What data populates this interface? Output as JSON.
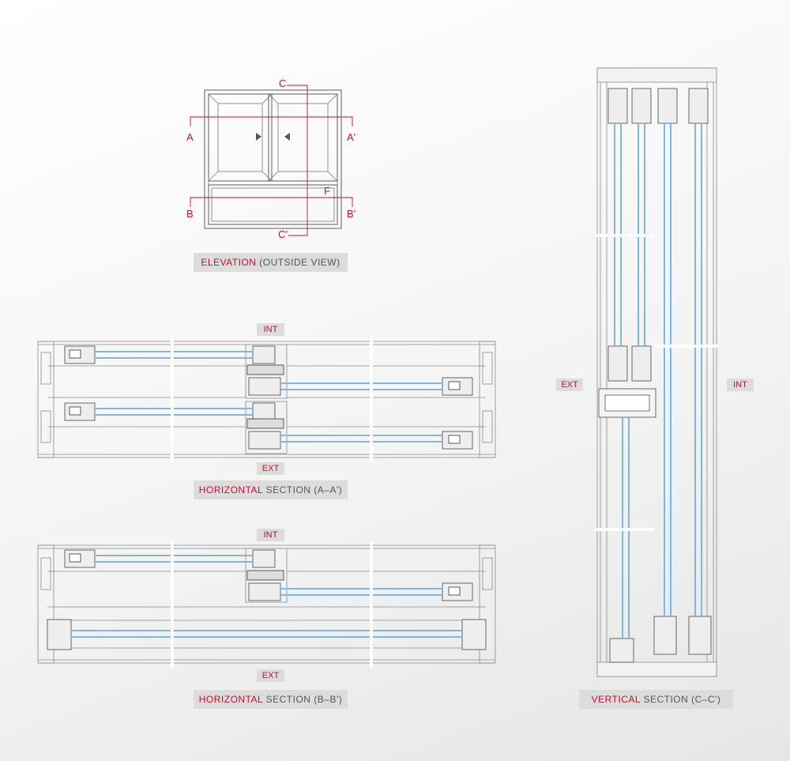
{
  "elevation": {
    "markers": {
      "c_top": "C",
      "c_bottom": "C'",
      "a_left": "A",
      "a_right": "A'",
      "b_left": "B",
      "b_right": "B'",
      "f": "F"
    },
    "caption": {
      "highlight": "ELEVATION",
      "rest": " (OUTSIDE VIEW)"
    }
  },
  "horizontal_a": {
    "int_label": "INT",
    "ext_label": "EXT",
    "caption": {
      "highlight": "HORIZONTAL",
      "rest": " SECTION (A–A')"
    }
  },
  "horizontal_b": {
    "int_label": "INT",
    "ext_label": "EXT",
    "caption": {
      "highlight": "HORIZONTAL",
      "rest": " SECTION (B–B')"
    }
  },
  "vertical": {
    "ext_label": "EXT",
    "int_label": "INT",
    "caption": {
      "highlight": "VERTICAL",
      "rest": " SECTION (C–C')"
    }
  },
  "colors": {
    "accent": "#c8102e",
    "line": "#888888",
    "glass": "#7fb6e6",
    "label_bg": "#dcdcdc"
  }
}
